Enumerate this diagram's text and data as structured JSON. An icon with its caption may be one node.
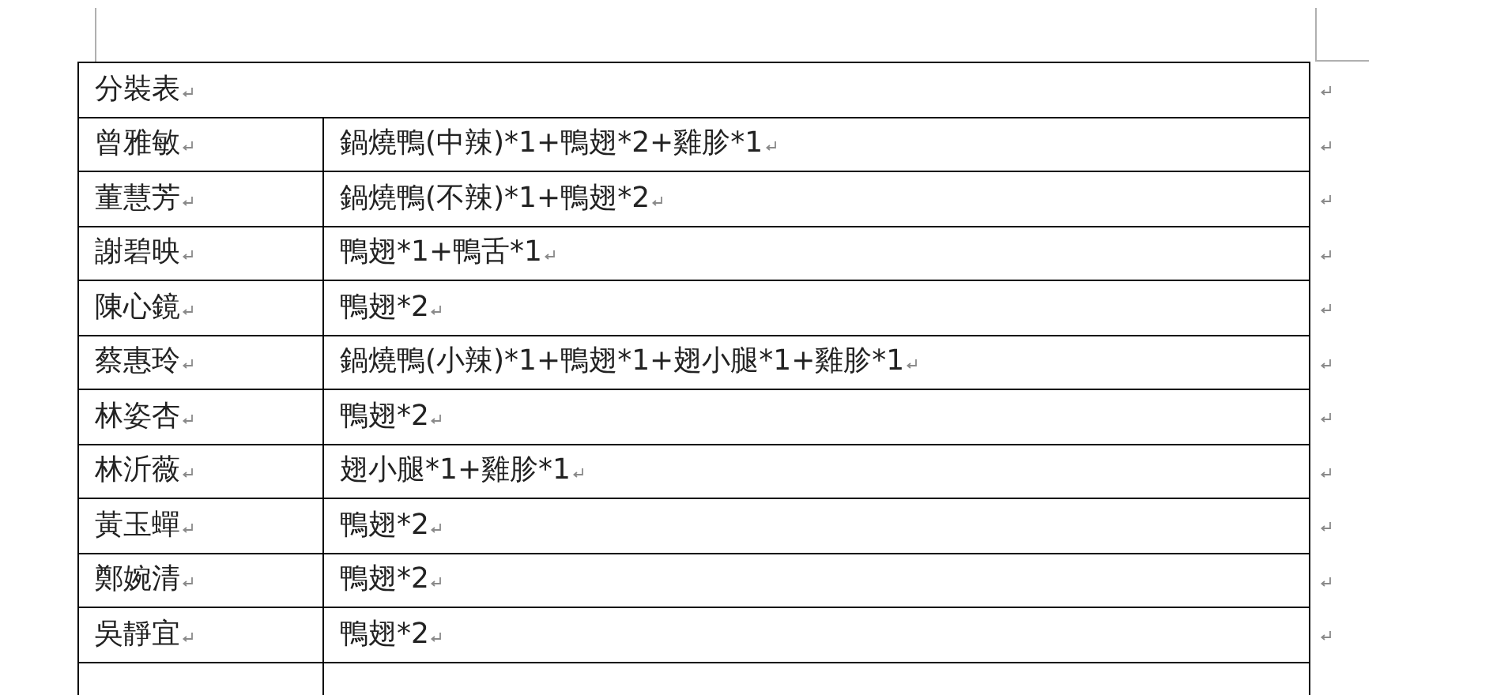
{
  "diagram": {
    "labels": [
      "分裝表",
      "曾雅敏",
      "鍋燒鴨(中辣)*1+鴨翅*2+雞胗*1",
      "董慧芳",
      "鍋燒鴨(不辣)*1+鴨翅*2",
      "謝碧映",
      "鴨翅*1+鴨舌*1",
      "陳心鏡",
      "鴨翅*2",
      "蔡惠玲",
      "鍋燒鴨(小辣)*1+鴨翅*1+翅小腿*1+雞胗*1",
      "林姿杏",
      "鴨翅*2",
      "林沂薇",
      "翅小腿*1+雞胗*1",
      "黃玉蟬",
      "鴨翅*2",
      "鄭婉清",
      "鴨翅*2",
      "吳靜宜",
      "鴨翅*2"
    ]
  }
}
